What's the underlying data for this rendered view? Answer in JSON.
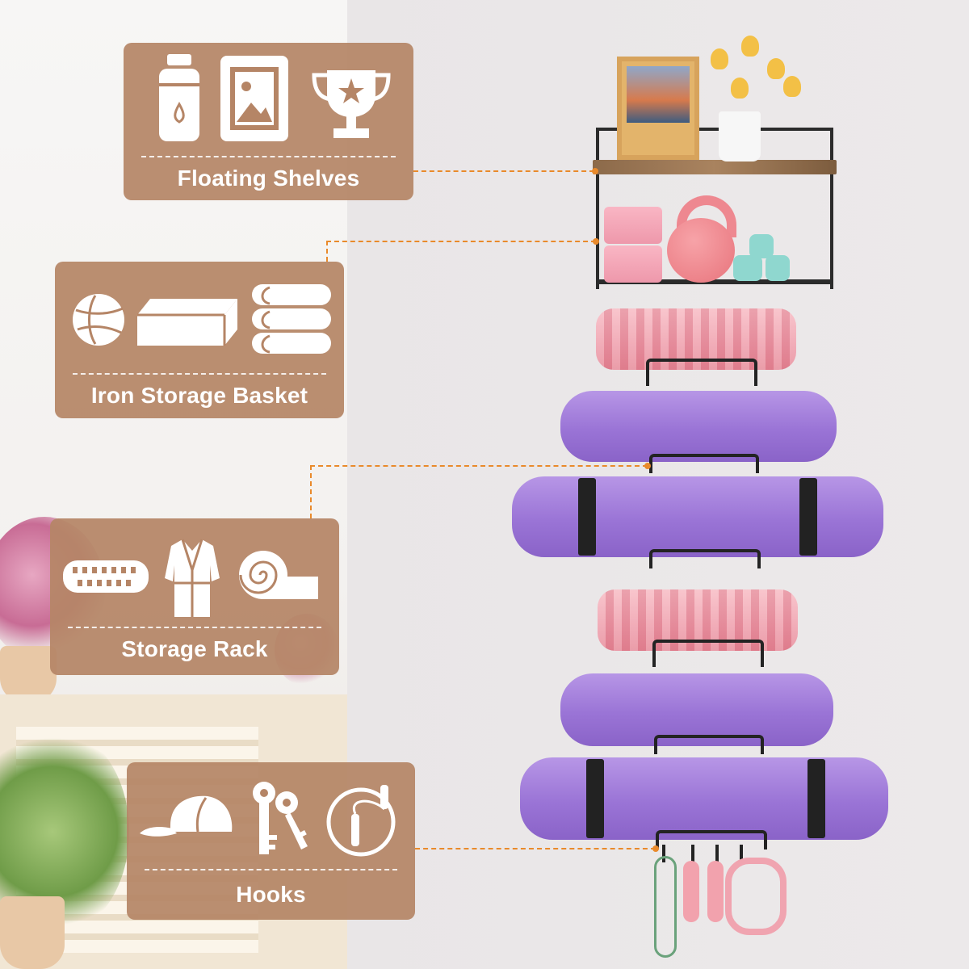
{
  "colors": {
    "card_bg": "#b58566",
    "leader_line": "#e98a2b",
    "mat_purple": "#9a74d6",
    "roller_pink": "#ee9aa8"
  },
  "callouts": [
    {
      "label": "Floating Shelves",
      "icons": [
        "water-bottle-icon",
        "picture-frame-icon",
        "trophy-icon"
      ]
    },
    {
      "label": "Iron Storage Basket",
      "icons": [
        "exercise-ball-icon",
        "yoga-block-icon",
        "folded-towel-icon"
      ]
    },
    {
      "label": "Storage Rack",
      "icons": [
        "foam-roller-icon",
        "bathrobe-icon",
        "rolled-mat-icon"
      ]
    },
    {
      "label": "Hooks",
      "icons": [
        "cap-icon",
        "keys-icon",
        "jump-rope-icon"
      ]
    }
  ]
}
